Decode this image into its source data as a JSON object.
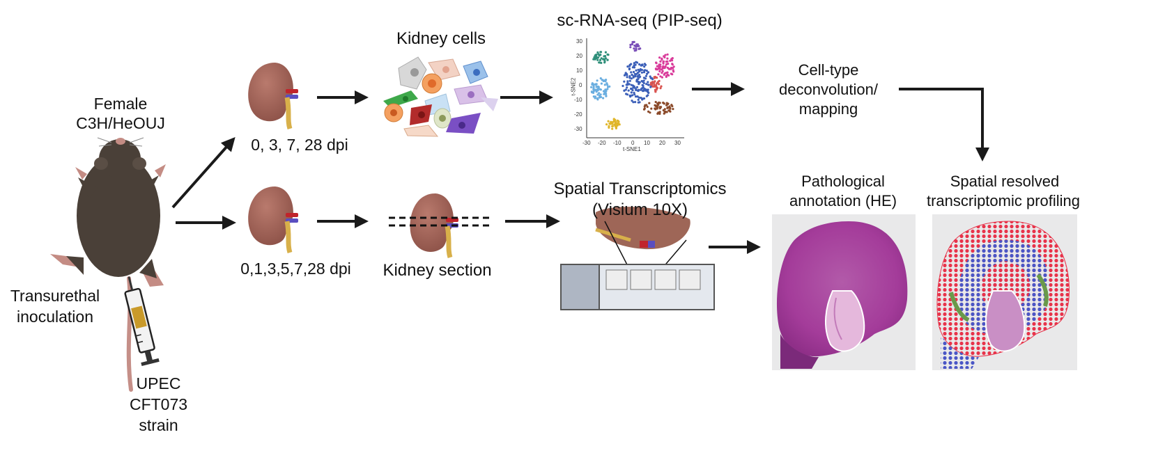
{
  "mouse": {
    "title_line1": "Female",
    "title_line2": "C3H/HeOUJ",
    "route_line1": "Transurethal",
    "route_line2": "inoculation",
    "strain_line1": "UPEC",
    "strain_line2": "CFT073",
    "strain_line3": "strain"
  },
  "upper_path": {
    "timepoints": "0, 3, 7, 28 dpi",
    "cells_title": "Kidney cells",
    "scrna_title": "sc-RNA-seq (PIP-seq)",
    "tsne": {
      "xlabel": "t-SNE1",
      "ylabel": "t-SNE2",
      "xticks": [
        "-30",
        "-20",
        "-10",
        "0",
        "10",
        "20",
        "30"
      ],
      "yticks": [
        "30",
        "20",
        "10",
        "0",
        "-10",
        "-20",
        "-30"
      ]
    },
    "deconv_line1": "Cell-type",
    "deconv_line2": "deconvolution/",
    "deconv_line3": "mapping"
  },
  "lower_path": {
    "timepoints": "0,1,3,5,7,28 dpi",
    "section_title": "Kidney section",
    "spatial_line1": "Spatial Transcriptomics",
    "spatial_line2": "(Visium 10X)",
    "patho_line1": "Pathological",
    "patho_line2": "annotation (HE)",
    "resolved_line1": "Spatial resolved",
    "resolved_line2": "transcriptomic profiling"
  },
  "colors": {
    "arrow": "#1a1a1a",
    "mouse_body": "#4a4038",
    "kidney": "#a0655a",
    "he_stain": "#a93d9f",
    "spot_red": "#e8334a",
    "spot_blue": "#4a56c6",
    "spot_green": "#5a9a4a"
  }
}
